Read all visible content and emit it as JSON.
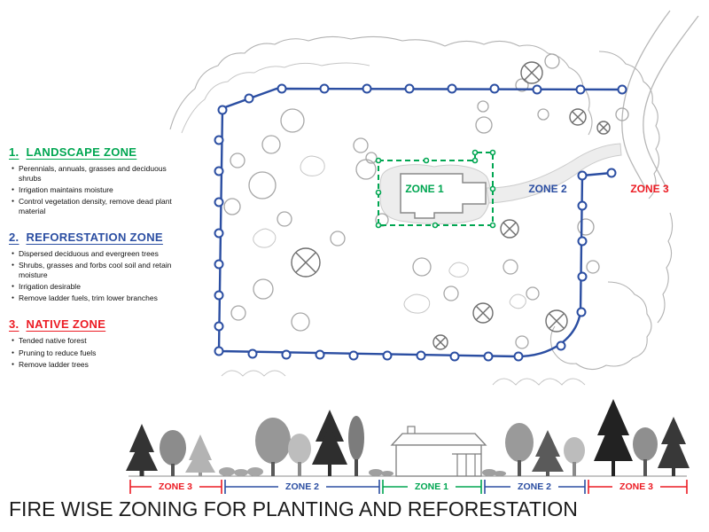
{
  "colors": {
    "zone1": "#00A651",
    "zone2": "#2B4EA2",
    "zone3": "#EC1C24"
  },
  "legend": {
    "sections": [
      {
        "number": "1.",
        "title": "LANDSCAPE ZONE",
        "bullets": [
          "Perennials, annuals, grasses and deciduous shrubs",
          "Irrigation maintains moisture",
          "Control vegetation density, remove dead plant material"
        ]
      },
      {
        "number": "2.",
        "title": "REFORESTATION ZONE",
        "bullets": [
          "Dispersed deciduous and evergreen trees",
          "Shrubs, grasses and forbs cool soil and retain moisture",
          "Irrigation desirable",
          "Remove ladder fuels, trim lower branches"
        ]
      },
      {
        "number": "3.",
        "title": "NATIVE ZONE",
        "bullets": [
          "Tended native forest",
          "Pruning to reduce fuels",
          "Remove ladder trees"
        ]
      }
    ]
  },
  "plan": {
    "zone1_label": "ZONE 1",
    "zone2_label": "ZONE 2",
    "zone3_label": "ZONE 3"
  },
  "section_bar": {
    "segments": [
      {
        "label": "ZONE 3"
      },
      {
        "label": "ZONE 2"
      },
      {
        "label": "ZONE 1"
      },
      {
        "label": "ZONE 2"
      },
      {
        "label": "ZONE 3"
      }
    ]
  },
  "title": {
    "text": "FIRE WISE ZONING FOR PLANTING AND REFORESTATION"
  }
}
